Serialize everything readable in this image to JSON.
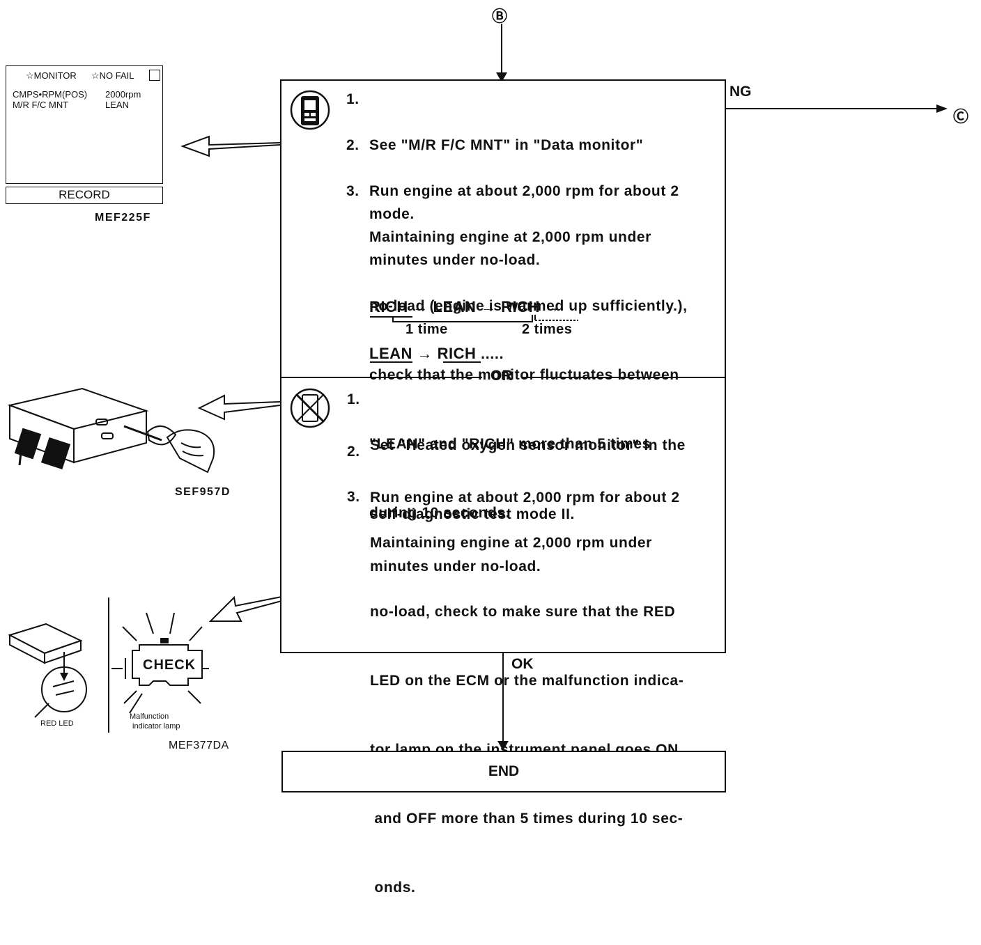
{
  "connectors": {
    "top": "Ⓑ",
    "right": "Ⓒ"
  },
  "branches": {
    "ng": "NG",
    "ok": "OK",
    "or": "OR"
  },
  "consult_steps": [
    {
      "num": "1.",
      "lines": [
        "See \"M/R F/C MNT\" in \"Data monitor\"",
        "mode."
      ]
    },
    {
      "num": "2.",
      "lines": [
        "Run engine at about 2,000 rpm for about 2",
        "minutes under no-load."
      ]
    },
    {
      "num": "3.",
      "lines": [
        "Maintaining engine at 2,000 rpm under",
        "no-load (engine is warmed up sufficiently.),",
        "check that the monitor fluctuates between",
        "\"LEAN\" and \"RICH\" more than 5 times",
        "during 10 seconds."
      ]
    }
  ],
  "sequence": {
    "line1": "RICH → LEAN → RICH →",
    "count1": "1 time",
    "count2": "2 times",
    "line2": "LEAN → RICH ....."
  },
  "ecm_steps": [
    {
      "num": "1.",
      "lines": [
        "Set \"Heated oxygen sensor monitor\" in the",
        "self-diagnostic test mode II."
      ]
    },
    {
      "num": "2.",
      "lines": [
        "Run engine at about 2,000 rpm for about 2",
        "minutes under no-load."
      ]
    },
    {
      "num": "3.",
      "lines": [
        "Maintaining engine at 2,000 rpm under",
        "no-load, check to make sure that the RED",
        "LED on the ECM or the malfunction indica-",
        "tor lamp on the instrument panel goes ON",
        " and OFF more than 5 times during 10 sec-",
        " onds."
      ]
    }
  ],
  "end_label": "END",
  "monitor_screen": {
    "header_left": "☆MONITOR",
    "header_right": "☆NO FAIL",
    "row1_name": "CMPS•RPM(POS)",
    "row1_value": "2000rpm",
    "row2_name": "M/R F/C MNT",
    "row2_value": "LEAN",
    "button": "RECORD"
  },
  "figure_codes": {
    "monitor": "MEF225F",
    "ecm": "SEF957D",
    "lamp": "MEF377DA"
  },
  "lamp_figure": {
    "check": "CHECK",
    "red_led": "RED LED",
    "mil_label_1": "Malfunction",
    "mil_label_2": "indicator lamp"
  }
}
